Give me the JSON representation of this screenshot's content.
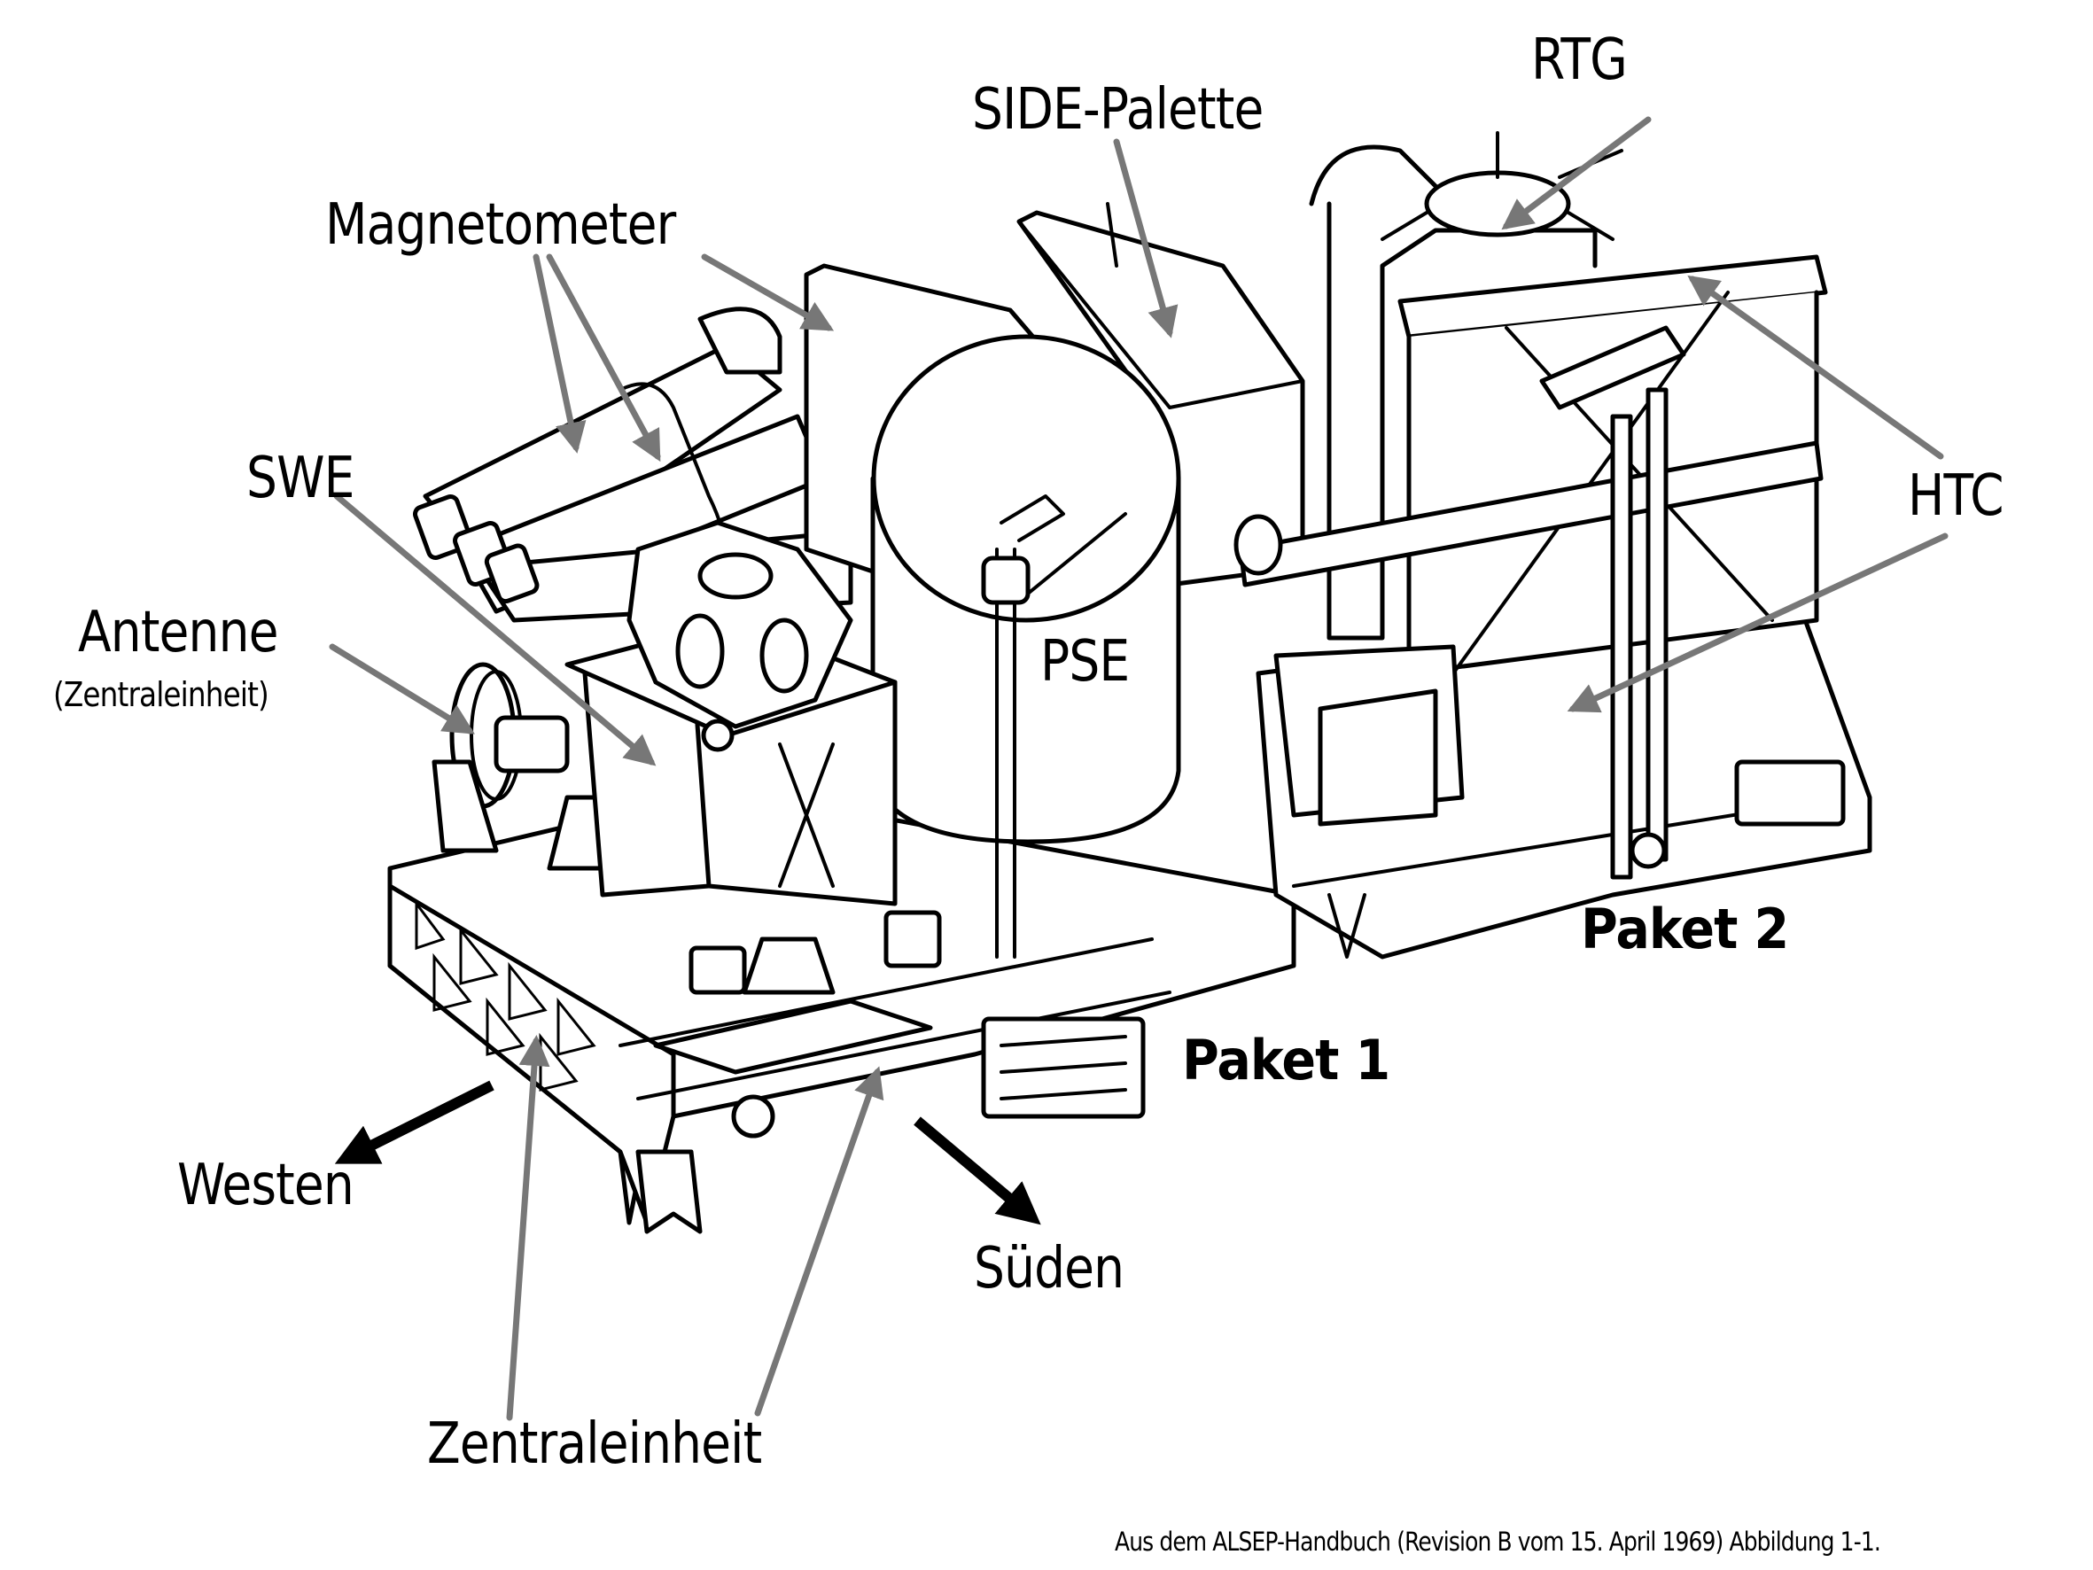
{
  "labels": {
    "rtg": "RTG",
    "side_palette": "SIDE-Palette",
    "magnetometer": "Magnetometer",
    "swe": "SWE",
    "antenne": "Antenne",
    "antenne_sub": "(Zentraleinheit)",
    "pse": "PSE",
    "htc": "HTC",
    "paket1": "Paket 1",
    "paket2": "Paket 2",
    "westen": "Westen",
    "sueden": "Süden",
    "zentraleinheit": "Zentraleinheit"
  },
  "caption": "Aus dem ALSEP-Handbuch (Revision B vom 15. April 1969) Abbildung 1-1.",
  "colors": {
    "leader": "#777777",
    "ink": "#000000",
    "background": "#ffffff"
  }
}
